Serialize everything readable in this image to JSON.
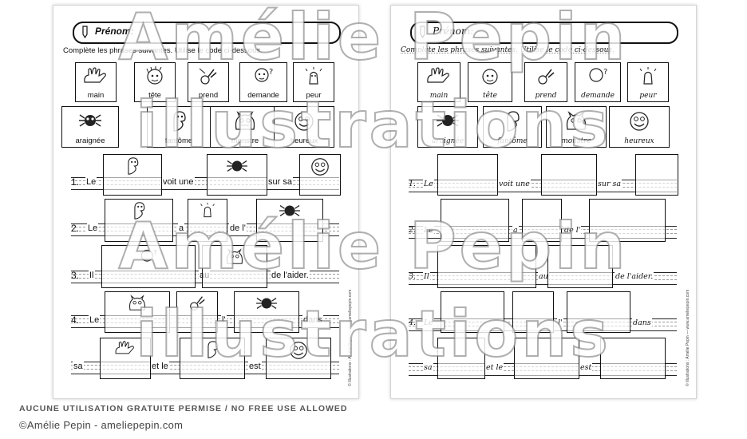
{
  "worksheet": {
    "name_label": "Prénom:",
    "instructions": "Complète les phrases suivantes. Utilise le code ci-dessous.",
    "side_credit": "© Illustrations : Amélie Pepin — www.ameliepepin.com",
    "code_row1": [
      "main",
      "tête",
      "prend",
      "demande",
      "peur"
    ],
    "code_row2": [
      "araignée",
      "fantôme",
      "monstre",
      "heureux"
    ],
    "sentences": [
      {
        "num": "1.",
        "words": [
          "Le",
          "voit une",
          "sur sa"
        ]
      },
      {
        "num": "2.",
        "words": [
          "Le",
          "a",
          "de l'"
        ]
      },
      {
        "num": "3.",
        "words": [
          "Il",
          "au",
          "de l'aider."
        ]
      },
      {
        "num": "4.",
        "words": [
          "Le",
          "l'",
          "dans"
        ]
      },
      {
        "num": "",
        "words": [
          "sa",
          "et le",
          "est"
        ]
      }
    ]
  },
  "watermark": {
    "line1": "Amélie Pepin",
    "line2": "illustrations"
  },
  "footer": {
    "notice": "AUCUNE UTILISATION GRATUITE PERMISE / NO FREE USE ALLOWED",
    "credit": "©Amélie Pepin - ameliepepin.com"
  }
}
